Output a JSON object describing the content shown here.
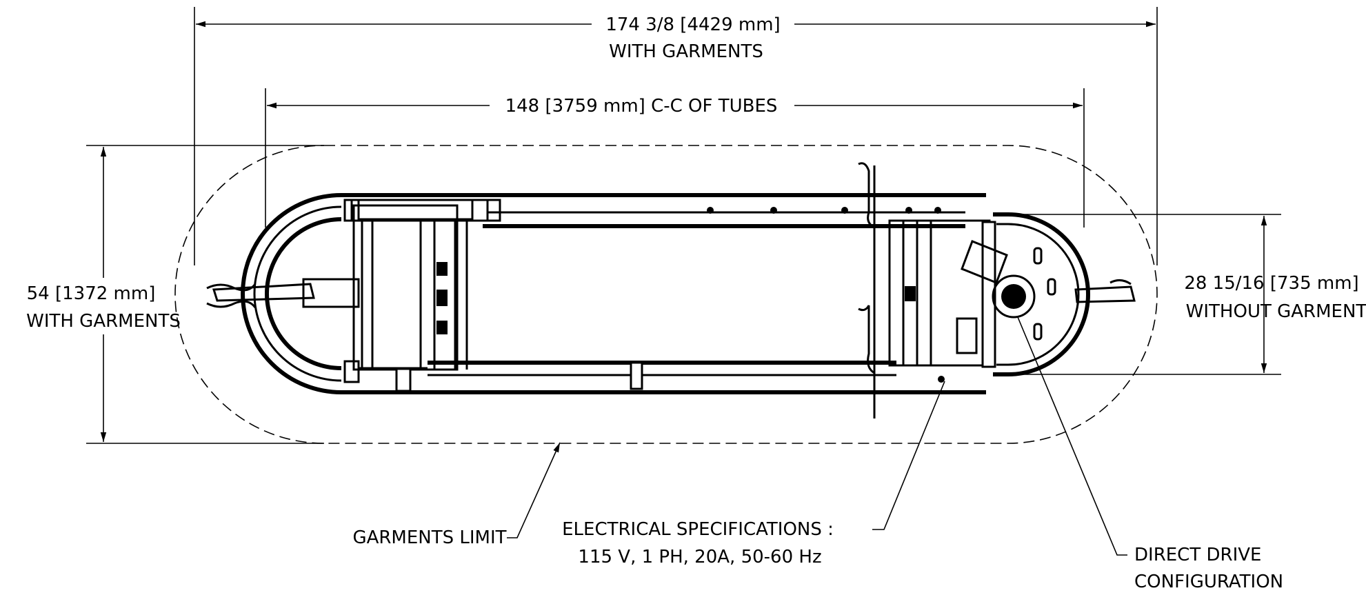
{
  "dimensions": {
    "overall_length": {
      "line1": "174 3/8 [4429 mm]",
      "line2": "WITH GARMENTS"
    },
    "center_to_center": {
      "line1": "148 [3759 mm] C-C OF TUBES"
    },
    "overall_width": {
      "line1": "54 [1372 mm]",
      "line2": "WITH GARMENTS"
    },
    "width_no_garment": {
      "line1": "28 15/16 [735 mm]",
      "line2": "WITHOUT GARMENT"
    }
  },
  "callouts": {
    "garments_limit": {
      "line1": "GARMENTS LIMIT"
    },
    "electrical": {
      "line1": "ELECTRICAL SPECIFICATIONS :",
      "line2": "115 V, 1 PH, 20A, 50-60 Hz"
    },
    "drive": {
      "line1": "DIRECT DRIVE",
      "line2": "CONFIGURATION"
    }
  }
}
